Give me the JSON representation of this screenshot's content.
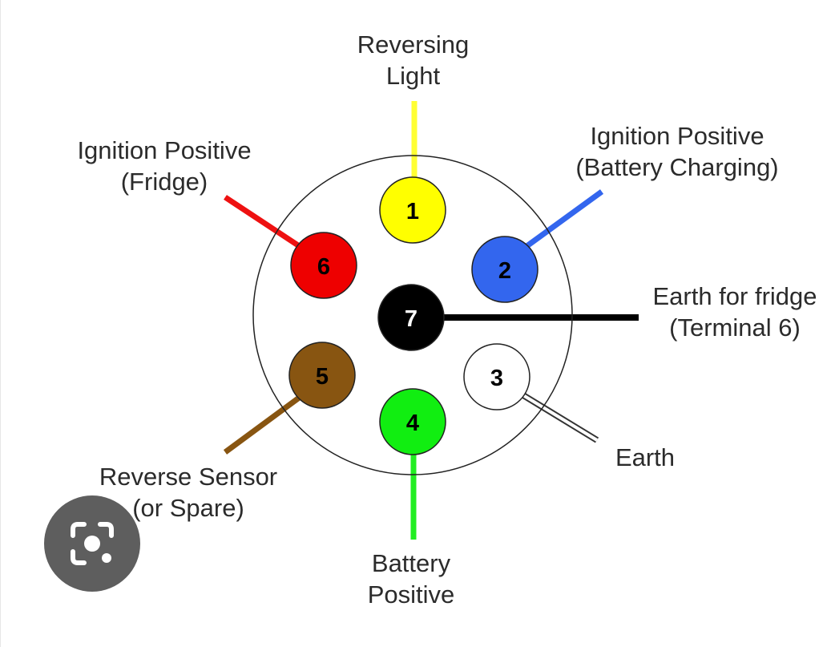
{
  "pins": [
    {
      "number": "1",
      "color": "#ffff00",
      "text_color": "#000000",
      "wire_color": "#ffff33",
      "label_lines": [
        "Reversing",
        "Light"
      ]
    },
    {
      "number": "2",
      "color": "#3366ee",
      "text_color": "#000000",
      "wire_color": "#3366ee",
      "label_lines": [
        "Ignition Positive",
        "(Battery Charging)"
      ]
    },
    {
      "number": "3",
      "color": "#ffffff",
      "text_color": "#000000",
      "wire_color": "#ffffff",
      "label_lines": [
        "Earth"
      ]
    },
    {
      "number": "4",
      "color": "#11ee11",
      "text_color": "#000000",
      "wire_color": "#22ee22",
      "label_lines": [
        "Battery",
        "Positive"
      ]
    },
    {
      "number": "5",
      "color": "#885511",
      "text_color": "#000000",
      "wire_color": "#885511",
      "label_lines": [
        "Reverse Sensor",
        "(or Spare)"
      ]
    },
    {
      "number": "6",
      "color": "#ee0000",
      "text_color": "#000000",
      "wire_color": "#ee1111",
      "label_lines": [
        "Ignition Positive",
        "(Fridge)"
      ]
    },
    {
      "number": "7",
      "color": "#000000",
      "text_color": "#ffffff",
      "wire_color": "#000000",
      "label_lines": [
        "Earth for fridge",
        "(Terminal 6)"
      ]
    }
  ],
  "lens_button": {
    "icon": "camera-search-icon"
  }
}
